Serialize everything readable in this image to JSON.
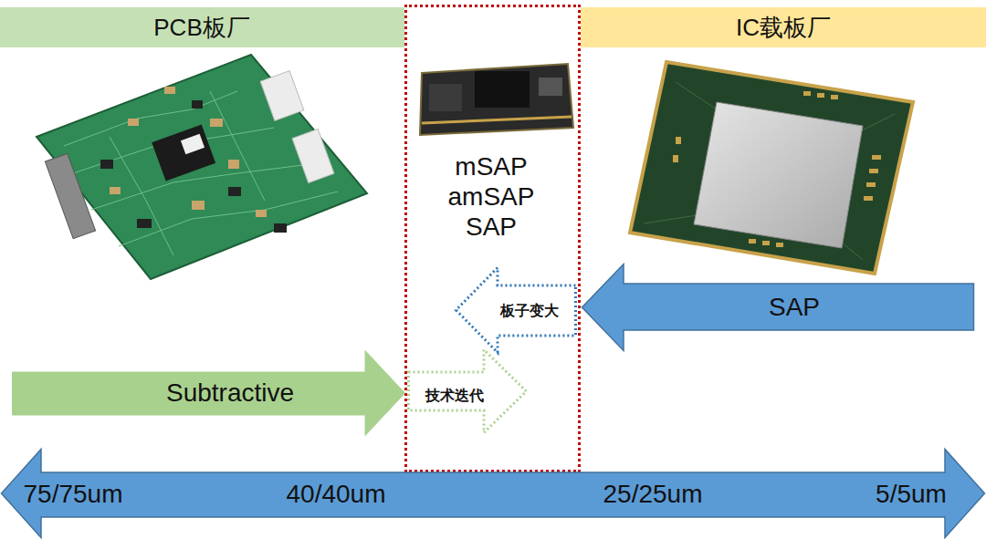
{
  "diagram": {
    "nodes": [
      {
        "text": [
          "PCB板厂"
        ]
      },
      {
        "text": [
          "mSAP amSAP SAP"
        ]
      },
      {
        "text": [
          "IC载板厂"
        ]
      },
      {
        "text": [
          "板子变大"
        ],
        "in": 1
      },
      {
        "text": [
          "SAP"
        ]
      },
      {
        "text": [
          "Subtractive"
        ]
      },
      {
        "text": [
          "技术迭代"
        ],
        "in": 1
      },
      {
        "text": [
          "75/75um",
          "40/40um",
          "25/25um",
          "5/5um"
        ]
      }
    ]
  }
}
